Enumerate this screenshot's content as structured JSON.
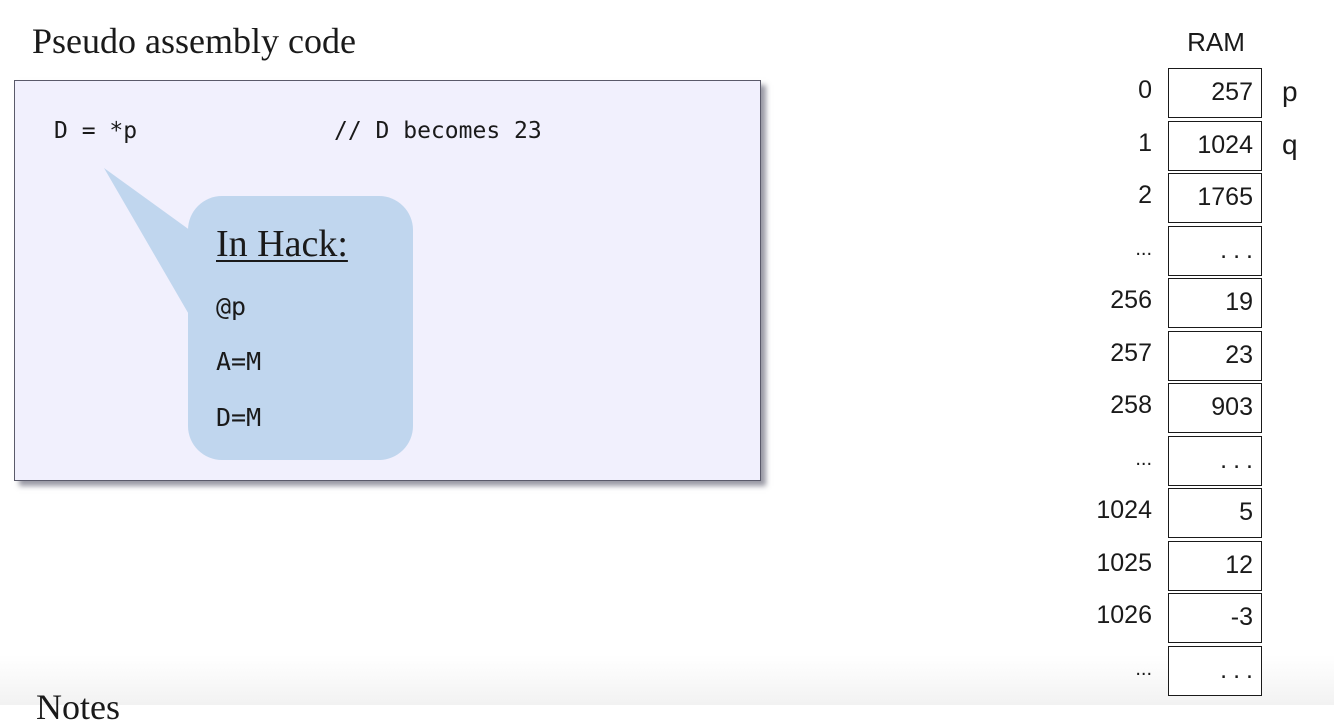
{
  "heading": "Pseudo assembly code",
  "footer_heading": "Notes",
  "code": {
    "statement": "D = *p",
    "comment": "// D becomes 23"
  },
  "callout": {
    "title": "In Hack:",
    "lines": [
      "@p",
      "A=M",
      "D=M"
    ]
  },
  "ram": {
    "title": "RAM",
    "rows": [
      {
        "addr": "0",
        "value": "257",
        "var": "p"
      },
      {
        "addr": "1",
        "value": "1024",
        "var": "q"
      },
      {
        "addr": "2",
        "value": "1765",
        "var": ""
      },
      {
        "addr": "...",
        "value": "...",
        "var": ""
      },
      {
        "addr": "256",
        "value": "19",
        "var": ""
      },
      {
        "addr": "257",
        "value": "23",
        "var": ""
      },
      {
        "addr": "258",
        "value": "903",
        "var": ""
      },
      {
        "addr": "...",
        "value": "...",
        "var": ""
      },
      {
        "addr": "1024",
        "value": "5",
        "var": ""
      },
      {
        "addr": "1025",
        "value": "12",
        "var": ""
      },
      {
        "addr": "1026",
        "value": "-3",
        "var": ""
      },
      {
        "addr": "...",
        "value": "...",
        "var": ""
      }
    ]
  },
  "colors": {
    "code_box_bg": "#f1f0fd",
    "callout_bg": "#c0d6ee"
  }
}
